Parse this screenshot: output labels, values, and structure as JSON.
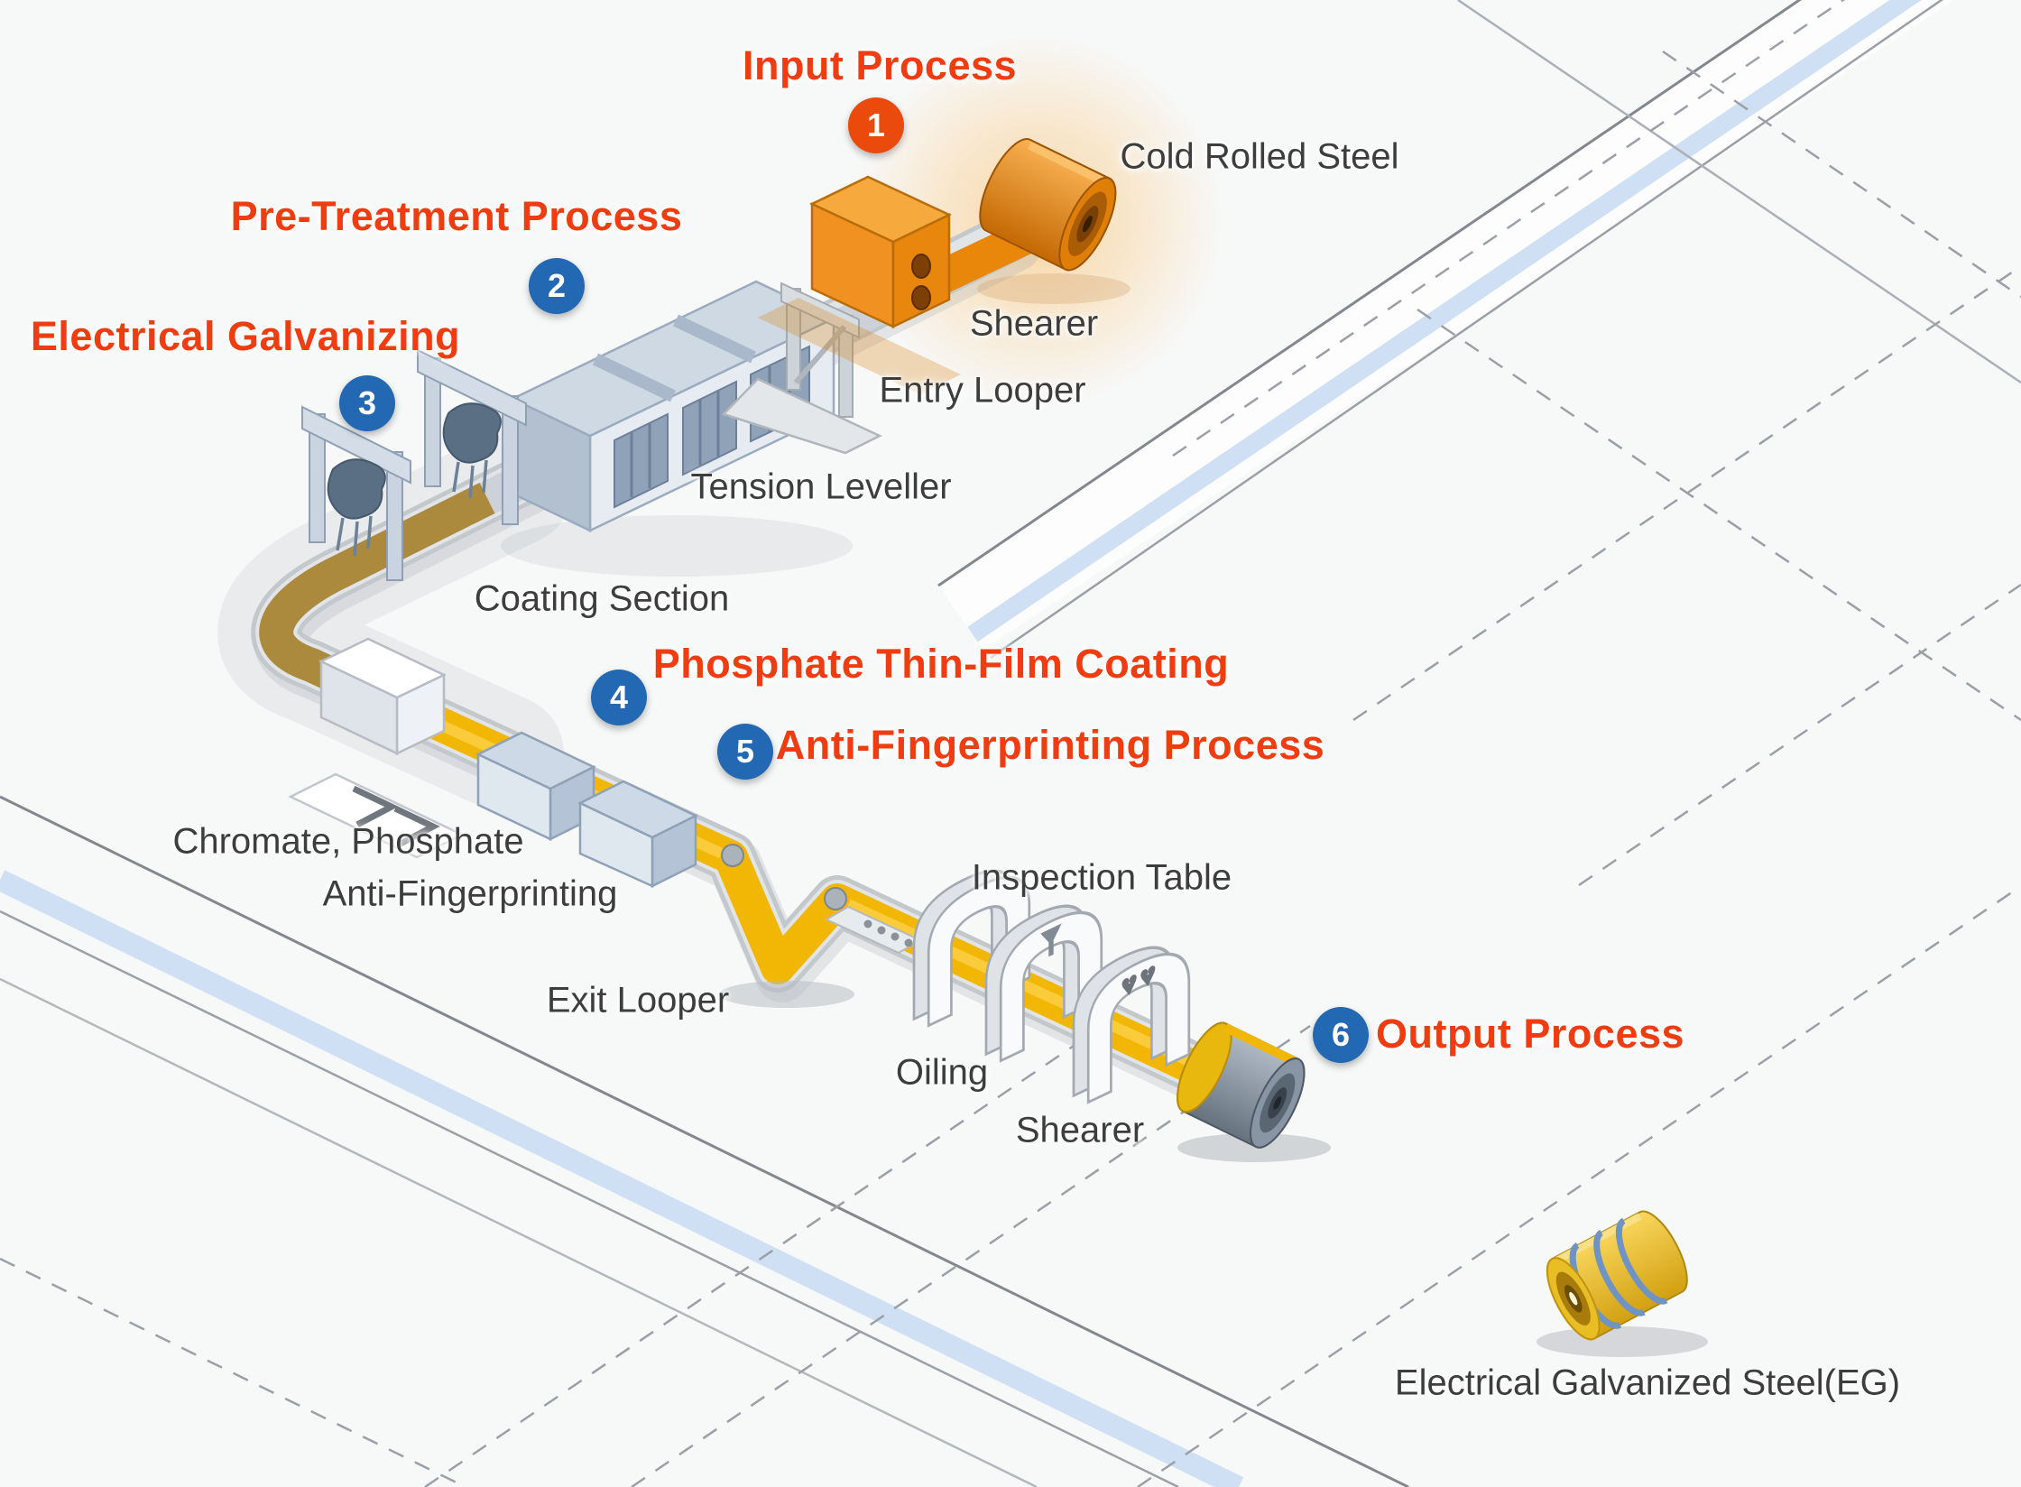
{
  "steps": [
    {
      "num": "1",
      "label": "Input Process"
    },
    {
      "num": "2",
      "label": "Pre-Treatment Process"
    },
    {
      "num": "3",
      "label": "Electrical Galvanizing"
    },
    {
      "num": "4",
      "label": "Phosphate Thin-Film Coating"
    },
    {
      "num": "5",
      "label": "Anti-Fingerprinting Process"
    },
    {
      "num": "6",
      "label": "Output Process"
    }
  ],
  "equipment": {
    "cold_rolled_steel": "Cold Rolled Steel",
    "shearer_entry": "Shearer",
    "entry_looper": "Entry Looper",
    "tension_leveller": "Tension Leveller",
    "coating_section": "Coating Section",
    "chromate_phosphate": "Chromate, Phosphate",
    "anti_fingerprinting": "Anti-Fingerprinting",
    "exit_looper": "Exit Looper",
    "inspection_table": "Inspection Table",
    "oiling": "Oiling",
    "shearer_exit": "Shearer",
    "eg_coil": "Electrical Galvanized Steel(EG)"
  },
  "colors": {
    "step_label": "#ef3c10",
    "badge_blue": "#2268b2",
    "badge_orange": "#ea4b0c",
    "equipment_label": "#3d3d3d",
    "strip_gold": "#f2b705",
    "coil_orange": "#e8860e",
    "machine_blue": "#cfd9e4",
    "road_blue": "#cfe0f5"
  }
}
